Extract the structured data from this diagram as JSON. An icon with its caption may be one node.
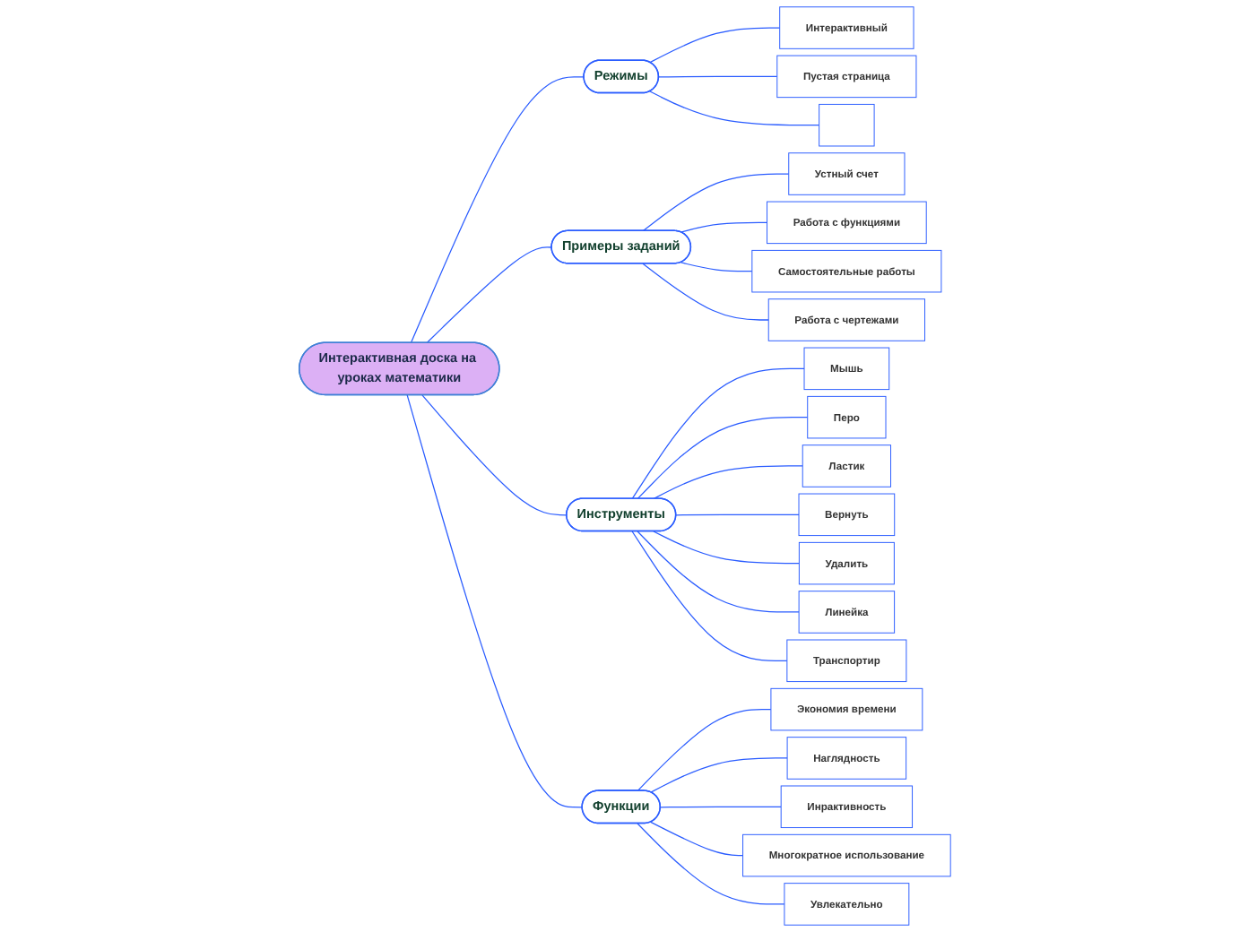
{
  "diagram": {
    "nodes": [
      {
        "text": [
          "Интерактивная доска на уроках математики"
        ]
      },
      {
        "text": [
          "Режимы"
        ]
      },
      {
        "text": [
          "Интерактивный"
        ]
      },
      {
        "text": [
          "Пустая страница"
        ]
      },
      {
        "text": [],
        "shape": "line"
      },
      {
        "text": [
          "Примеры заданий"
        ]
      },
      {
        "text": [
          "Устный счет"
        ]
      },
      {
        "text": [
          "Работа с функциями"
        ]
      },
      {
        "text": [
          "Самостоятельные работы"
        ]
      },
      {
        "text": [
          "Работа с чертежами"
        ]
      },
      {
        "text": [
          "Инструменты"
        ]
      },
      {
        "text": [
          "Мышь"
        ]
      },
      {
        "text": [
          "Перо"
        ]
      },
      {
        "text": [
          "Ластик"
        ]
      },
      {
        "text": [
          "Вернуть"
        ]
      },
      {
        "text": [
          "Удалить"
        ]
      },
      {
        "text": [
          "Линейка"
        ]
      },
      {
        "text": [
          "Транспортир"
        ]
      },
      {
        "text": [
          "Функции"
        ]
      },
      {
        "text": [
          "Экономия времени"
        ]
      },
      {
        "text": [
          "Наглядность"
        ]
      },
      {
        "text": [
          "Инрактивность"
        ]
      },
      {
        "text": [
          "Многократное использование"
        ]
      },
      {
        "text": [
          "Увлекательно"
        ]
      }
    ],
    "edges": [
      {
        "from": 0,
        "to": 1,
        "arrow": "none"
      },
      {
        "from": 1,
        "to": 2,
        "arrow": "none"
      },
      {
        "from": 1,
        "to": 3,
        "arrow": "none"
      },
      {
        "from": 1,
        "to": 4,
        "arrow": "none"
      },
      {
        "from": 0,
        "to": 5,
        "arrow": "none"
      },
      {
        "from": 5,
        "to": 6,
        "arrow": "none"
      },
      {
        "from": 5,
        "to": 7,
        "arrow": "none"
      },
      {
        "from": 5,
        "to": 8,
        "arrow": "none"
      },
      {
        "from": 5,
        "to": 9,
        "arrow": "none"
      },
      {
        "from": 0,
        "to": 10,
        "arrow": "none"
      },
      {
        "from": 10,
        "to": 11,
        "arrow": "none"
      },
      {
        "from": 10,
        "to": 12,
        "arrow": "none"
      },
      {
        "from": 10,
        "to": 13,
        "arrow": "none"
      },
      {
        "from": 10,
        "to": 14,
        "arrow": "none"
      },
      {
        "from": 10,
        "to": 15,
        "arrow": "none"
      },
      {
        "from": 10,
        "to": 16,
        "arrow": "none"
      },
      {
        "from": 10,
        "to": 17,
        "arrow": "none"
      },
      {
        "from": 0,
        "to": 18,
        "arrow": "none"
      },
      {
        "from": 18,
        "to": 19,
        "arrow": "none"
      },
      {
        "from": 18,
        "to": 20,
        "arrow": "none"
      },
      {
        "from": 18,
        "to": 21,
        "arrow": "none"
      },
      {
        "from": 18,
        "to": 22,
        "arrow": "none"
      },
      {
        "from": 18,
        "to": 23,
        "arrow": "none"
      }
    ]
  }
}
